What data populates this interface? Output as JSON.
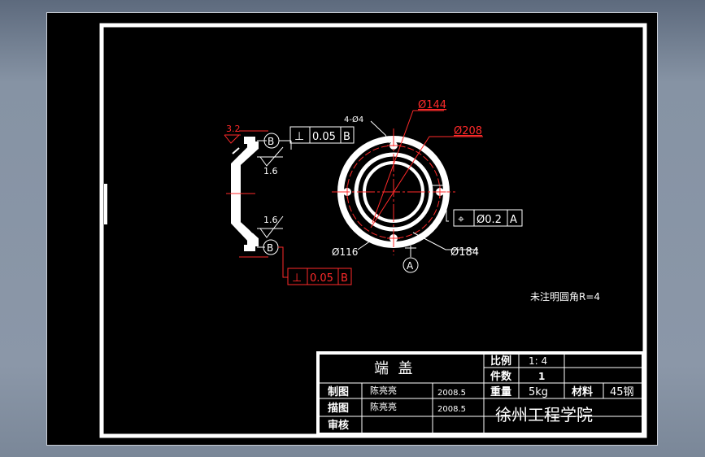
{
  "drawing": {
    "dims": {
      "d144": "Ø144",
      "d208": "Ø208",
      "d116": "Ø116",
      "d184": "Ø184",
      "holes": "4-Ø4",
      "chamfer": "3.2",
      "rough_top": "1.6",
      "rough_bottom": "1.6"
    },
    "tolerances": {
      "top": {
        "symbol": "⊥",
        "value": "0.05",
        "datum": "B"
      },
      "bottom": {
        "symbol": "⊥",
        "value": "0.05",
        "datum": "B"
      },
      "position": {
        "symbol": "⌖",
        "value": "Ø0.2",
        "datum": "A"
      }
    },
    "datum_labels": {
      "a": "A",
      "b_top": "B",
      "b_bottom": "B"
    },
    "note": "未注明圆角R=4"
  },
  "title_block": {
    "part_name": "端  盖",
    "scale_label": "比例",
    "scale_value": "1: 4",
    "qty_label": "件数",
    "qty_value": "1",
    "weight_label": "重量",
    "weight_value": "5kg",
    "material_label": "材料",
    "material_value": "45钢",
    "drawn_label": "制图",
    "drawn_name": "陈亮亮",
    "drawn_date": "2008.5",
    "traced_label": "描图",
    "traced_name": "陈亮亮",
    "traced_date": "2008.5",
    "check_label": "审核",
    "institution": "徐州工程学院"
  },
  "colors": {
    "background": "#000000",
    "lines": "#ffffff",
    "annotation": "#ff2a2a",
    "window_frame": "#8b97a8"
  }
}
